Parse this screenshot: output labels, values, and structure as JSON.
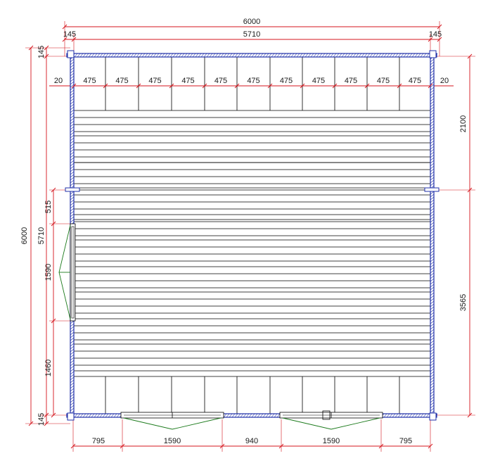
{
  "dimensions": {
    "top_total": "6000",
    "top_left_wall": "145",
    "top_inner": "5710",
    "top_right_wall": "145",
    "rafter_end_left": "20",
    "rafter_bay": "475",
    "rafter_end_right": "20",
    "right_upper": "2100",
    "right_lower": "3565",
    "left_total": "6000",
    "left_inner": "5710",
    "left_top_wall": "145",
    "left_bottom_wall": "145",
    "left_seg_upper": "515",
    "left_seg_window": "1590",
    "left_seg_lower": "1460",
    "bottom_seg_1": "795",
    "bottom_seg_2": "1590",
    "bottom_seg_3": "940",
    "bottom_seg_4": "1590",
    "bottom_seg_5": "795"
  },
  "colors": {
    "dimension": "#d4141c",
    "wall": "#1f2fa8",
    "door_swing": "#1b7a1b",
    "floor": "#000000"
  }
}
